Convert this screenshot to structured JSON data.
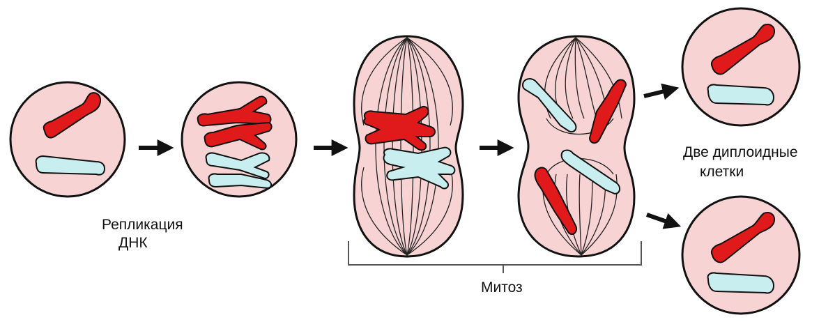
{
  "labels": {
    "replication_line1": "Репликация",
    "replication_line2": "ДНК",
    "mitosis": "Митоз",
    "diploid_line1": "Две диплоидные",
    "diploid_line2": "клетки"
  },
  "colors": {
    "cell_fill": "#f7d3d3",
    "outline": "#111111",
    "red_chromosome": "#e01a1a",
    "blue_chromosome": "#c8eef0",
    "spindle": "#222222",
    "arrow": "#111111"
  }
}
